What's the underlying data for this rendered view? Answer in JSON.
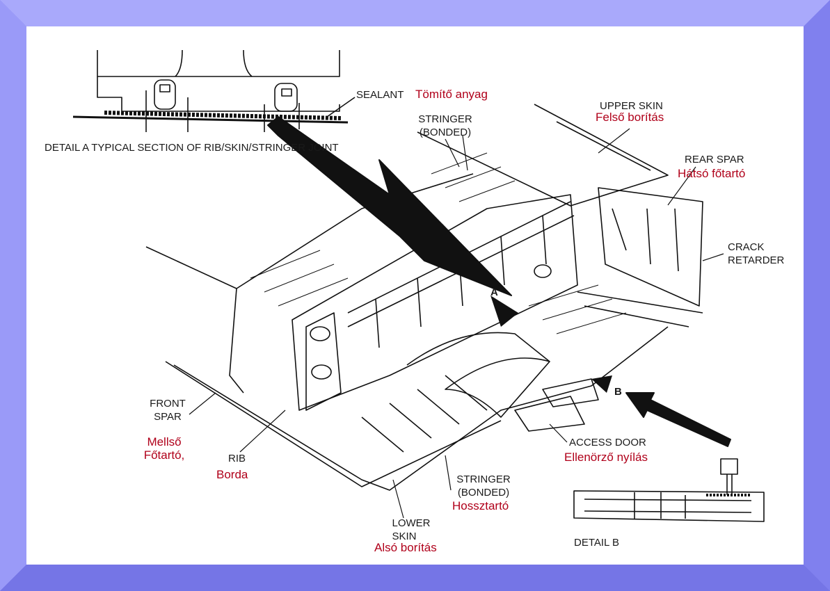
{
  "colors": {
    "border": "#8f8ff5",
    "panel": "#ffffff",
    "line": "#111111",
    "translation": "#b0001a"
  },
  "labels": {
    "detail_a": "DETAIL A   TYPICAL SECTION OF RIB/SKIN/STRINGER JOINT",
    "sealant": "SEALANT",
    "sealant_hu": "Tömítő anyag",
    "stringer_top_1": "STRINGER",
    "stringer_top_2": "(BONDED)",
    "upper_skin": "UPPER SKIN",
    "upper_skin_hu": "Felső borítás",
    "rear_spar": "REAR SPAR",
    "rear_spar_hu": "Hátsó főtartó",
    "crack_1": "CRACK",
    "crack_2": "RETARDER",
    "marker_a": "A",
    "marker_b": "B",
    "front_1": "FRONT",
    "front_2": "SPAR",
    "front_hu_1": "Mellső",
    "front_hu_2": "Főtartó,",
    "rib": "RIB",
    "rib_hu": "Borda",
    "access": "ACCESS DOOR",
    "access_hu": "Ellenörző nyílás",
    "stringer_bot_1": "STRINGER",
    "stringer_bot_2": "(BONDED)",
    "stringer_bot_hu": "Hossztartó",
    "lower_1": "LOWER",
    "lower_2": "SKIN",
    "lower_hu": "Alsó borítás",
    "detail_b": "DETAIL B"
  }
}
